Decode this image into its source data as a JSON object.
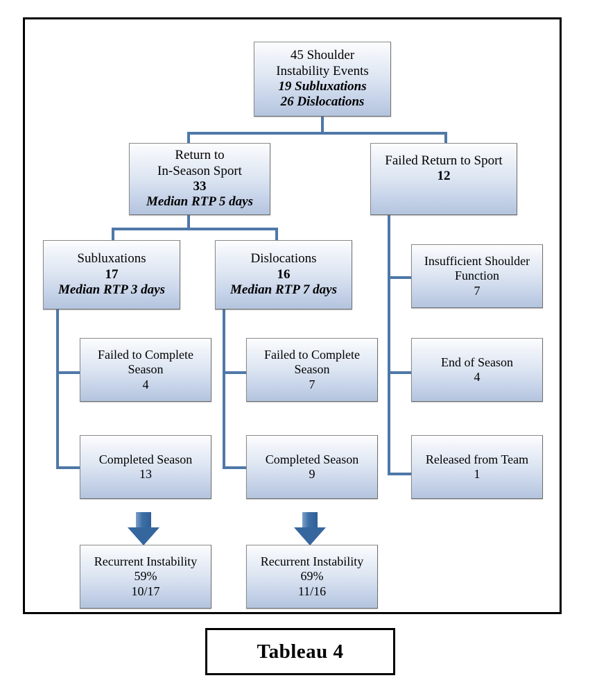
{
  "caption": {
    "label": "Tableau 4"
  },
  "colors": {
    "connector": "#4e78a8",
    "arrow": "#36669e",
    "box_fill_top": "#fdfdfe",
    "box_fill_bottom": "#b4c4de",
    "box_border": "#8a8a8a",
    "frame_border": "#000000"
  },
  "nodes": {
    "root": {
      "line1": "45 Shoulder",
      "line2": "Instability Events",
      "line3": "19 Subluxations",
      "line4": "26 Dislocations"
    },
    "return_to_sport": {
      "line1": "Return to",
      "line2": "In-Season Sport",
      "line3": "33",
      "line4": "Median RTP 5 days"
    },
    "failed_return": {
      "line1": "Failed Return to Sport",
      "line2": "12"
    },
    "subluxations": {
      "line1": "Subluxations",
      "line2": "17",
      "line3": "Median RTP 3 days"
    },
    "dislocations": {
      "line1": "Dislocations",
      "line2": "16",
      "line3": "Median RTP 7 days"
    },
    "insufficient_function": {
      "line1": "Insufficient Shoulder",
      "line2": "Function",
      "line3": "7"
    },
    "sublux_failed_season": {
      "line1": "Failed to Complete",
      "line2": "Season",
      "line3": "4"
    },
    "disloc_failed_season": {
      "line1": "Failed to Complete",
      "line2": "Season",
      "line3": "7"
    },
    "end_of_season": {
      "line1": "End of Season",
      "line2": "4"
    },
    "sublux_completed_season": {
      "line1": "Completed Season",
      "line2": "13"
    },
    "disloc_completed_season": {
      "line1": "Completed Season",
      "line2": "9"
    },
    "released_from_team": {
      "line1": "Released from Team",
      "line2": "1"
    },
    "sublux_recurrent": {
      "line1": "Recurrent Instability",
      "line2": "59%",
      "line3": "10/17"
    },
    "disloc_recurrent": {
      "line1": "Recurrent Instability",
      "line2": "69%",
      "line3": "11/16"
    }
  }
}
